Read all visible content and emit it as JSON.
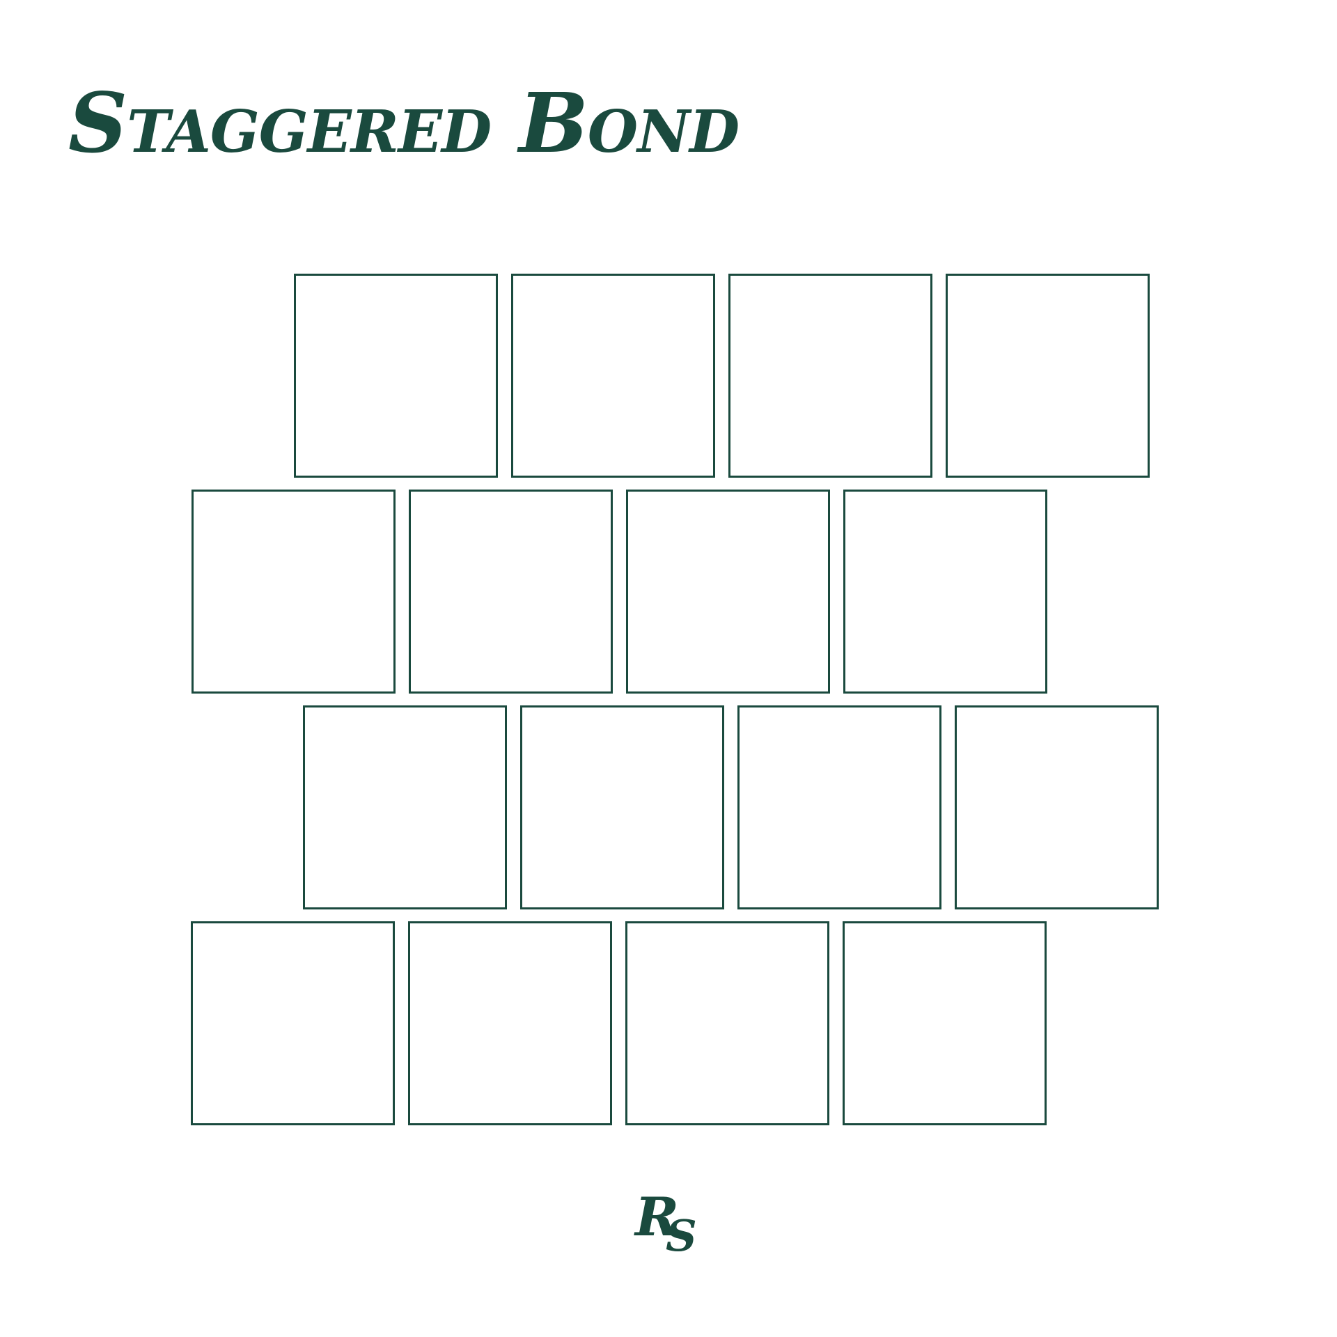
{
  "title": "Staggered Bond",
  "logo": {
    "first": "R",
    "second": "S"
  },
  "colors": {
    "ink": "#1a4a3e",
    "background": "#ffffff"
  },
  "pattern": {
    "rows": 4,
    "tiles_per_row": 4,
    "tiles": [
      {
        "row": 1,
        "col": 1
      },
      {
        "row": 1,
        "col": 2
      },
      {
        "row": 1,
        "col": 3
      },
      {
        "row": 1,
        "col": 4
      },
      {
        "row": 2,
        "col": 1
      },
      {
        "row": 2,
        "col": 2
      },
      {
        "row": 2,
        "col": 3
      },
      {
        "row": 2,
        "col": 4
      },
      {
        "row": 3,
        "col": 1
      },
      {
        "row": 3,
        "col": 2
      },
      {
        "row": 3,
        "col": 3
      },
      {
        "row": 3,
        "col": 4
      },
      {
        "row": 4,
        "col": 1
      },
      {
        "row": 4,
        "col": 2
      },
      {
        "row": 4,
        "col": 3
      },
      {
        "row": 4,
        "col": 4
      }
    ]
  }
}
